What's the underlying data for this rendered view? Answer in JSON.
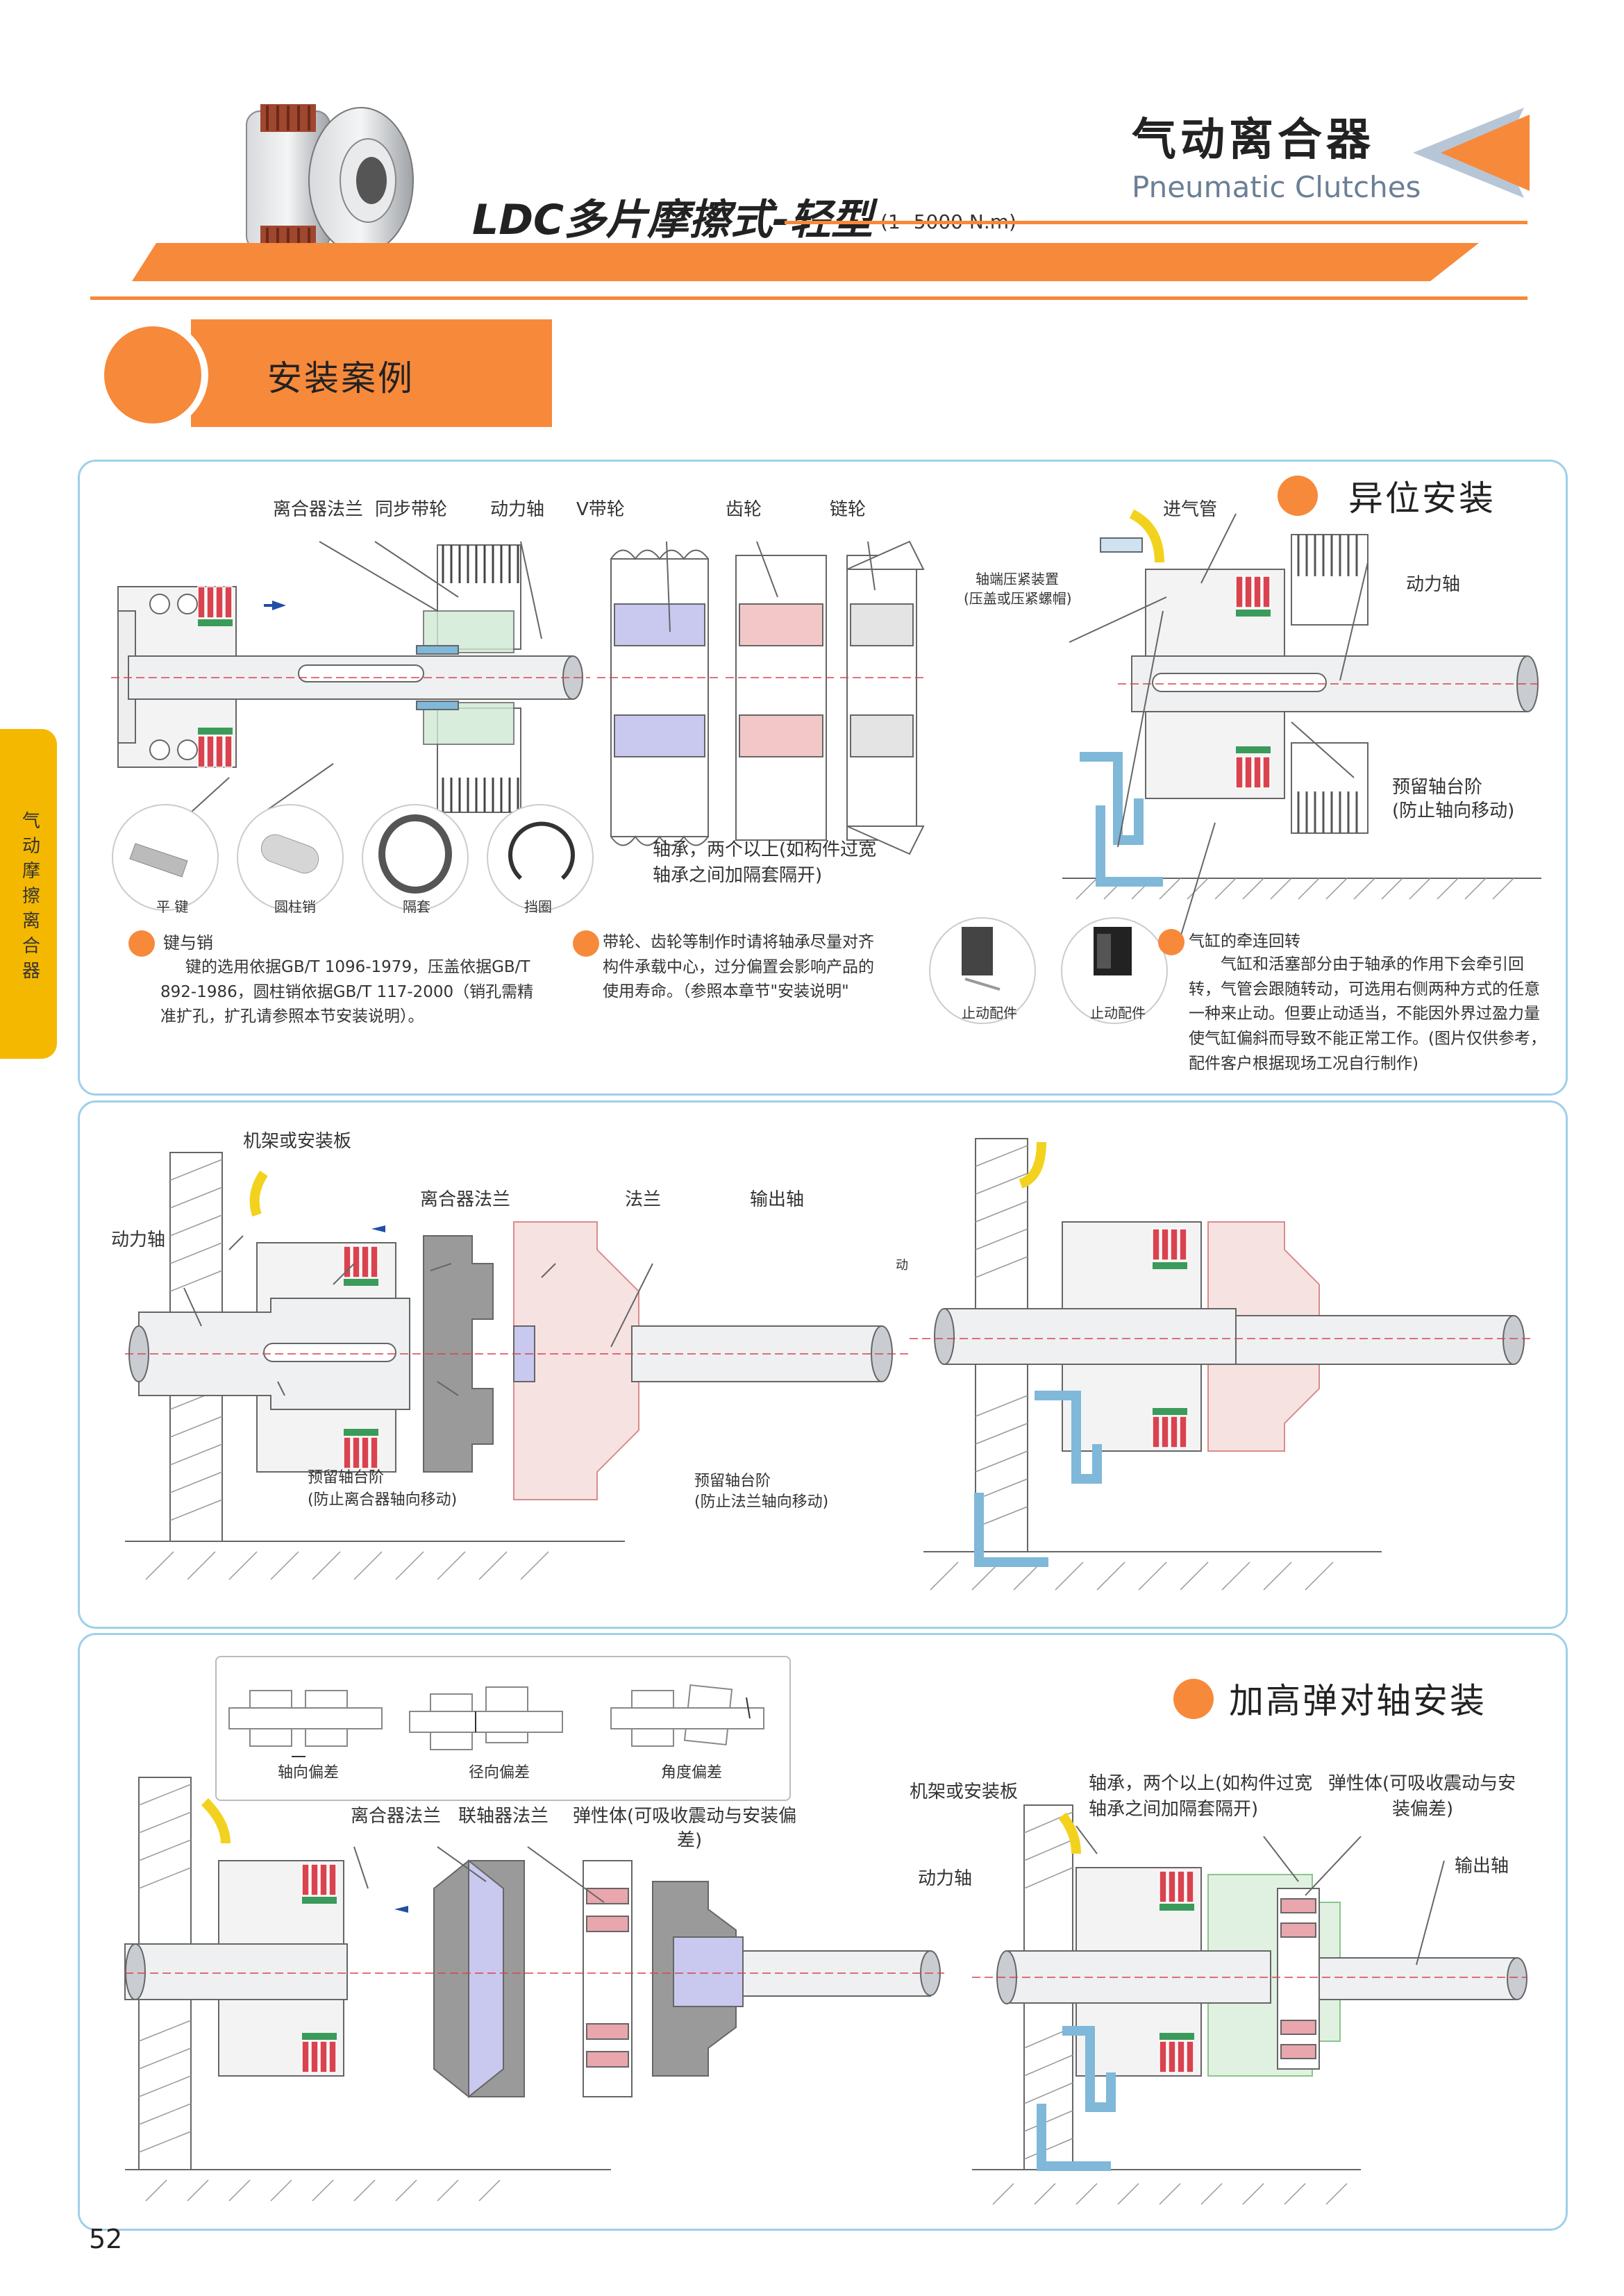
{
  "header": {
    "title": "气动离合器",
    "subtitle": "Pneumatic Clutches",
    "model": "LDC多片摩擦式-轻型",
    "range": "(1- 5000 N.m)",
    "section": "安装案例",
    "side_tab": "气动摩擦离合器"
  },
  "panel1": {
    "title": "异位安装",
    "labels": {
      "clutch_flange": "离合器法兰",
      "sync_pulley": "同步带轮",
      "power_shaft": "动力轴",
      "v_pulley": "V带轮",
      "gear": "齿轮",
      "sprocket": "链轮",
      "air_inlet": "进气管",
      "shaft_end_device": "轴端压紧装置",
      "shaft_end_device_2": "(压盖或压紧螺帽)",
      "power_shaft_right": "动力轴",
      "reserved_step": "预留轴台阶",
      "reserved_step_2": "(防止轴向移动)",
      "bearing_note": "轴承，两个以上(如构件过宽",
      "bearing_note_2": "轴承之间加隔套隔开)"
    },
    "parts": [
      "平 键",
      "圆柱销",
      "隔套",
      "挡圈"
    ],
    "stop_parts": [
      "止动配件",
      "止动配件"
    ],
    "notes": {
      "key_title": "键与销",
      "key_body": "键的选用依据GB/T 1096-1979，压盖依据GB/T 892-1986，圆柱销依据GB/T 117-2000（销孔需精准扩孔，扩孔请参照本节安装说明）。",
      "pulley_body": "带轮、齿轮等制作时请将轴承尽量对齐构件承载中心，过分偏置会影响产品的使用寿命。（参照本章节\"安装说明\"",
      "cyl_title": "气缸的牵连回转",
      "cyl_body": "气缸和活塞部分由于轴承的作用下会牵引回转，气管会跟随转动，可选用右侧两种方式的任意一种来止动。但要止动适当，不能因外界过盈力量使气缸偏斜而导致不能正常工作。(图片仅供参考，配件客户根据现场工况自行制作)"
    }
  },
  "panel2": {
    "labels": {
      "frame": "机架或安装板",
      "power_shaft": "动力轴",
      "clutch_flange": "离合器法兰",
      "flange": "法兰",
      "output_shaft": "输出轴",
      "step_clutch": "预留轴台阶",
      "step_clutch_2": "(防止离合器轴向移动)",
      "step_flange": "预留轴台阶",
      "step_flange_2": "(防止法兰轴向移动)",
      "side_mark": "动"
    }
  },
  "panel3": {
    "title": "加高弹对轴安装",
    "deviations": [
      "轴向偏差",
      "径向偏差",
      "角度偏差"
    ],
    "labels": {
      "clutch_flange": "离合器法兰",
      "coupling_flange": "联轴器法兰",
      "elastic": "弹性体(可吸收震动与安装偏",
      "elastic_2": "差)",
      "frame": "机架或安装板",
      "power_shaft": "动力轴",
      "bearing": "轴承，两个以上(如构件过宽",
      "bearing_2": "轴承之间加隔套隔开)",
      "elastic_r": "弹性体(可吸收震动与安",
      "elastic_r_2": "装偏差)",
      "output_shaft": "输出轴"
    }
  },
  "page_number": "52",
  "colors": {
    "accent_orange": "#f7893b",
    "panel_border": "#9fd0ea",
    "side_tab": "#f5b800",
    "spring_red": "#d9434f",
    "spring_green": "#3a9b5a",
    "bearing_blue": "#7fb8d9",
    "cylinder_yellow": "#f2d21e"
  }
}
